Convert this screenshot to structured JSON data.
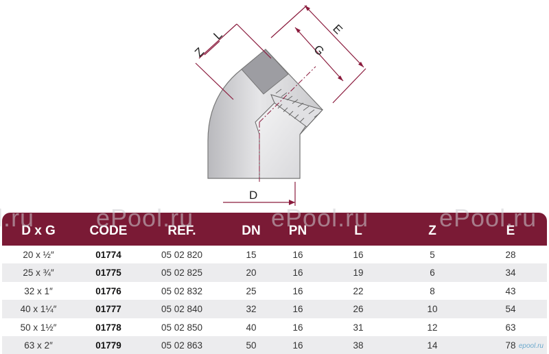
{
  "drawing": {
    "labels": {
      "z": "Z",
      "l": "L",
      "g": "G",
      "e": "E",
      "d": "D"
    }
  },
  "watermark": "ePool.ru",
  "watermark_partial": "l.ru",
  "corner_logo": "epool.ru",
  "table": {
    "columns": [
      "D x G",
      "CODE",
      "REF.",
      "DN",
      "PN",
      "L",
      "Z",
      "E"
    ],
    "rows": [
      [
        "20 x ½″",
        "01774",
        "05 02 820",
        "15",
        "16",
        "16",
        "5",
        "28"
      ],
      [
        "25 x ¾″",
        "01775",
        "05 02 825",
        "20",
        "16",
        "19",
        "6",
        "34"
      ],
      [
        "32 x 1″",
        "01776",
        "05 02 832",
        "25",
        "16",
        "22",
        "8",
        "43"
      ],
      [
        "40 x 1¼″",
        "01777",
        "05 02 840",
        "32",
        "16",
        "26",
        "10",
        "54"
      ],
      [
        "50 x 1½″",
        "01778",
        "05 02 850",
        "40",
        "16",
        "31",
        "12",
        "63"
      ],
      [
        "63 x 2″",
        "01779",
        "05 02 863",
        "50",
        "16",
        "38",
        "14",
        "78"
      ]
    ]
  },
  "colors": {
    "header": "#7a1a35",
    "dimension_line": "#8a1a3c"
  }
}
